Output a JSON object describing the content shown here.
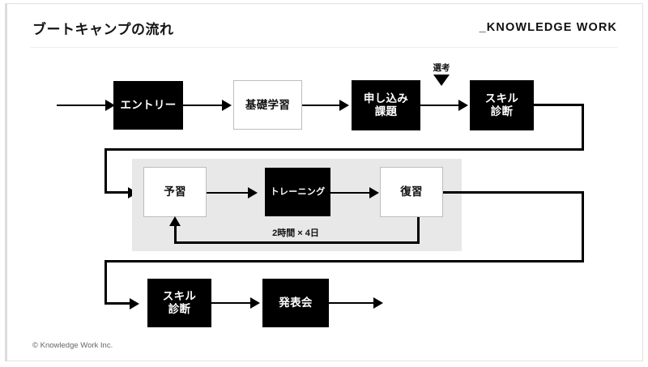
{
  "slide": {
    "title": "ブートキャンプの流れ",
    "brand": "_KNOWLEDGE WORK",
    "footer": "© Knowledge Work Inc."
  },
  "flow": {
    "row_top": [
      {
        "id": "entry",
        "label": "エントリー",
        "style": "filled"
      },
      {
        "id": "basics",
        "label": "基礎学習",
        "style": "outline"
      },
      {
        "id": "application",
        "label": "申し込み\n課題",
        "line1": "申し込み",
        "line2": "課題",
        "style": "filled"
      },
      {
        "id": "skill-check-1",
        "label": "スキル\n診断",
        "line1": "スキル",
        "line2": "診断",
        "style": "filled"
      }
    ],
    "row_middle": [
      {
        "id": "preview",
        "label": "予習",
        "style": "outline"
      },
      {
        "id": "training",
        "label": "トレーニング",
        "style": "filled"
      },
      {
        "id": "review",
        "label": "復習",
        "style": "outline"
      }
    ],
    "row_bottom": [
      {
        "id": "skill-check-2",
        "label": "スキル\n診断",
        "line1": "スキル",
        "line2": "診断",
        "style": "filled"
      },
      {
        "id": "presentation",
        "label": "発表会",
        "style": "filled"
      }
    ],
    "labels": {
      "screening": "選考",
      "cycle": "2時間 × 4日"
    }
  },
  "colors": {
    "ink": "#000000",
    "panel_gray": "#e8e8e8",
    "box_border": "#bdbdbd",
    "divider": "#ececec",
    "footer_text": "#666666"
  }
}
